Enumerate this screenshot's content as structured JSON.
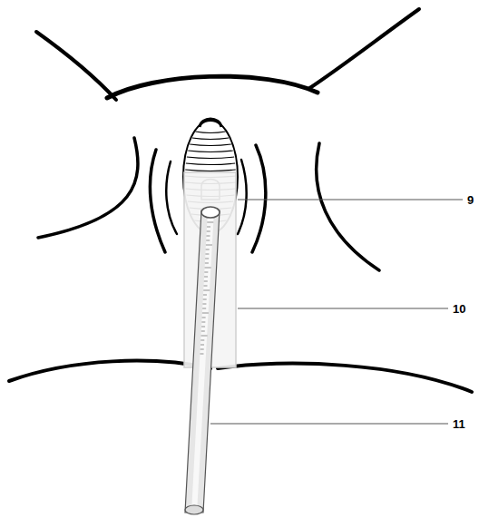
{
  "diagram": {
    "labels": [
      "9",
      "10",
      "11"
    ]
  }
}
